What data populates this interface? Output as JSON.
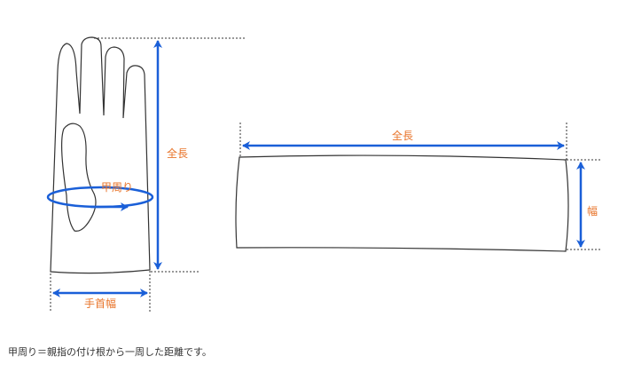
{
  "glove": {
    "label_length": "全長",
    "label_circumference": "甲周り",
    "label_wrist_width": "手首幅"
  },
  "band": {
    "label_length": "全長",
    "label_width": "幅"
  },
  "note": "甲周り＝親指の付け根から一周した距離です。",
  "colors": {
    "arrow": "#1a5fd8",
    "label": "#e8742a",
    "outline": "#333333",
    "guide": "#333333"
  }
}
